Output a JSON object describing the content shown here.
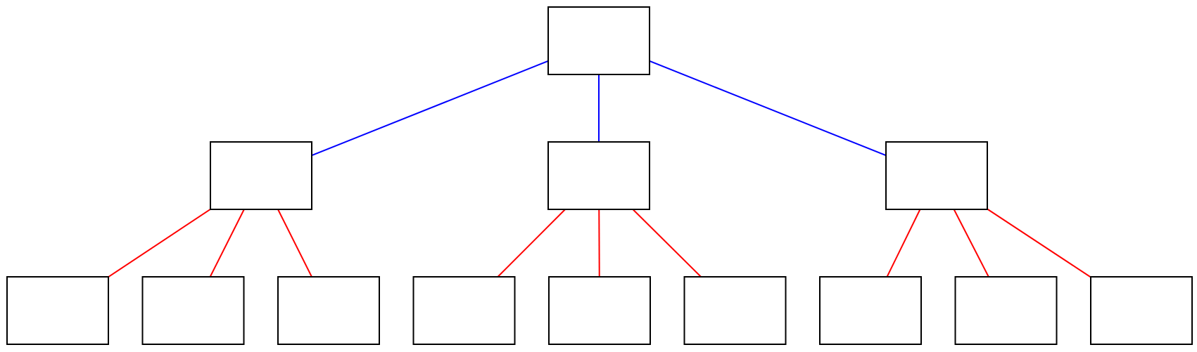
{
  "diagram": {
    "type": "tree",
    "colors": {
      "background": "#ffffff",
      "node_border": "#000000",
      "node_fill": "#ffffff",
      "level1_edges": "#0000ff",
      "level2_edges": "#ff0000"
    },
    "root": {
      "id": "root",
      "label": "",
      "children": [
        {
          "id": "child-left",
          "label": "",
          "children": [
            {
              "id": "leaf-1",
              "label": ""
            },
            {
              "id": "leaf-2",
              "label": ""
            },
            {
              "id": "leaf-3",
              "label": ""
            }
          ]
        },
        {
          "id": "child-middle",
          "label": "",
          "children": [
            {
              "id": "leaf-4",
              "label": ""
            },
            {
              "id": "leaf-5",
              "label": ""
            },
            {
              "id": "leaf-6",
              "label": ""
            }
          ]
        },
        {
          "id": "child-right",
          "label": "",
          "children": [
            {
              "id": "leaf-7",
              "label": ""
            },
            {
              "id": "leaf-8",
              "label": ""
            },
            {
              "id": "leaf-9",
              "label": ""
            }
          ]
        }
      ]
    }
  }
}
